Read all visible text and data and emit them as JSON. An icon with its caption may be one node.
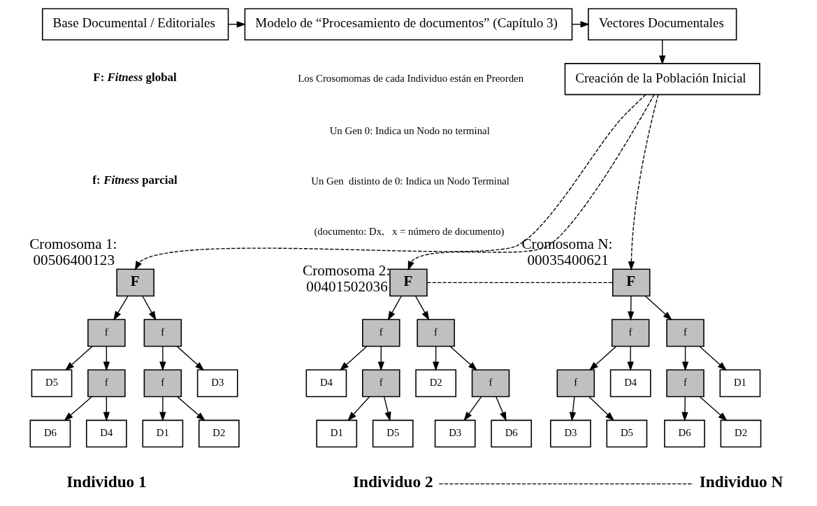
{
  "diagram": {
    "nodes": [
      {
        "text": [
          "Base Documental / Editoriales"
        ]
      },
      {
        "text": [
          "Modelo de “Procesamiento de documentos” (Capítulo 3)"
        ]
      },
      {
        "text": [
          "Vectores Documentales"
        ]
      },
      {
        "text": [
          "Creación de la Población Inicial"
        ]
      },
      {
        "text": [
          "F"
        ],
        "beside": [
          "Cromosoma 1: 00506400123"
        ]
      },
      {
        "text": [
          "f"
        ]
      },
      {
        "text": [
          "f"
        ]
      },
      {
        "text": [
          "D5"
        ]
      },
      {
        "text": [
          "f"
        ]
      },
      {
        "text": [
          "D6"
        ]
      },
      {
        "text": [
          "D4"
        ]
      },
      {
        "text": [
          "f"
        ]
      },
      {
        "text": [
          "D3"
        ]
      },
      {
        "text": [
          "D1"
        ]
      },
      {
        "text": [
          "D2"
        ]
      },
      {
        "text": [
          "F"
        ],
        "beside": [
          "Cromosoma 2: 00401502036"
        ]
      },
      {
        "text": [
          "f"
        ]
      },
      {
        "text": [
          "f"
        ]
      },
      {
        "text": [
          "D4"
        ]
      },
      {
        "text": [
          "f"
        ]
      },
      {
        "text": [
          "D1"
        ]
      },
      {
        "text": [
          "D5"
        ]
      },
      {
        "text": [
          "D2"
        ]
      },
      {
        "text": [
          "f"
        ]
      },
      {
        "text": [
          "D3"
        ]
      },
      {
        "text": [
          "D6"
        ]
      },
      {
        "text": [
          "F"
        ],
        "beside": [
          "Cromosoma N: 00035400621"
        ]
      },
      {
        "text": [
          "f"
        ]
      },
      {
        "text": [
          "f"
        ]
      },
      {
        "text": [
          "f"
        ]
      },
      {
        "text": [
          "D4"
        ]
      },
      {
        "text": [
          "D3"
        ]
      },
      {
        "text": [
          "D5"
        ]
      },
      {
        "text": [
          "f"
        ]
      },
      {
        "text": [
          "D1"
        ]
      },
      {
        "text": [
          "D6"
        ]
      },
      {
        "text": [
          "D2"
        ]
      },
      {
        "text": [
          "Individuo 2"
        ]
      },
      {
        "text": [
          "Individuo N"
        ]
      }
    ],
    "edges": [
      {
        "from": 0,
        "to": 1,
        "arrow": "to"
      },
      {
        "from": 1,
        "to": 2,
        "arrow": "to"
      },
      {
        "from": 2,
        "to": 3,
        "arrow": "to"
      },
      {
        "from": 3,
        "to": 4,
        "arrow": "to",
        "style": "dashed"
      },
      {
        "from": 3,
        "to": 15,
        "arrow": "to",
        "style": "dashed"
      },
      {
        "from": 3,
        "to": 26,
        "arrow": "to",
        "style": "dashed"
      },
      {
        "from": 4,
        "to": 5,
        "arrow": "to"
      },
      {
        "from": 4,
        "to": 6,
        "arrow": "to"
      },
      {
        "from": 5,
        "to": 7,
        "arrow": "to"
      },
      {
        "from": 5,
        "to": 8,
        "arrow": "to"
      },
      {
        "from": 8,
        "to": 9,
        "arrow": "to"
      },
      {
        "from": 8,
        "to": 10,
        "arrow": "to"
      },
      {
        "from": 6,
        "to": 11,
        "arrow": "to"
      },
      {
        "from": 6,
        "to": 12,
        "arrow": "to"
      },
      {
        "from": 11,
        "to": 13,
        "arrow": "to"
      },
      {
        "from": 11,
        "to": 14,
        "arrow": "to"
      },
      {
        "from": 15,
        "to": 16,
        "arrow": "to"
      },
      {
        "from": 15,
        "to": 17,
        "arrow": "to"
      },
      {
        "from": 16,
        "to": 18,
        "arrow": "to"
      },
      {
        "from": 16,
        "to": 19,
        "arrow": "to"
      },
      {
        "from": 19,
        "to": 20,
        "arrow": "to"
      },
      {
        "from": 19,
        "to": 21,
        "arrow": "to"
      },
      {
        "from": 17,
        "to": 22,
        "arrow": "to"
      },
      {
        "from": 17,
        "to": 23,
        "arrow": "to"
      },
      {
        "from": 23,
        "to": 24,
        "arrow": "to"
      },
      {
        "from": 23,
        "to": 25,
        "arrow": "to"
      },
      {
        "from": 15,
        "to": 26,
        "arrow": "none",
        "style": "dashed"
      },
      {
        "from": 26,
        "to": 27,
        "arrow": "to"
      },
      {
        "from": 26,
        "to": 28,
        "arrow": "to"
      },
      {
        "from": 27,
        "to": 29,
        "arrow": "to"
      },
      {
        "from": 27,
        "to": 30,
        "arrow": "to"
      },
      {
        "from": 29,
        "to": 31,
        "arrow": "to"
      },
      {
        "from": 29,
        "to": 32,
        "arrow": "to"
      },
      {
        "from": 28,
        "to": 33,
        "arrow": "to"
      },
      {
        "from": 28,
        "to": 34,
        "arrow": "to"
      },
      {
        "from": 33,
        "to": 35,
        "arrow": "to"
      },
      {
        "from": 33,
        "to": 36,
        "arrow": "to"
      },
      {
        "from": 37,
        "to": 38,
        "arrow": "none",
        "style": "dashed"
      }
    ],
    "labels": [
      "F: *Fitness* global",
      "f: *Fitness* parcial",
      "Los Crosomomas de cada Individuo están en Preorden",
      "Un Gen 0: Indica un Nodo no terminal",
      "Un Gen  distinto de 0: Indica un Nodo Terminal",
      "(documento: Dx,   x = número de documento)",
      "Individuo 1"
    ]
  }
}
